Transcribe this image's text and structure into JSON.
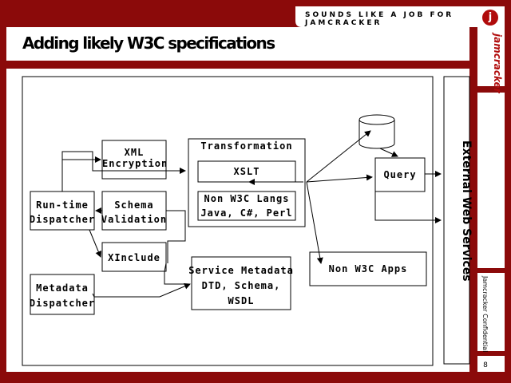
{
  "header": {
    "tagline": "SOUNDS LIKE A JOB FOR JAMCRACKER",
    "title": "Adding likely W3C specifications",
    "logo_letter": "j",
    "logo_text": "jamcracker"
  },
  "footer": {
    "confidential": "Jamcracker Confidential",
    "page": "8"
  },
  "diagram": {
    "xml_encryption": [
      "XML",
      "Encryption"
    ],
    "transformation": "Transformation",
    "xslt": "XSLT",
    "non_w3c_langs": [
      "Non W3C Langs",
      "Java, C#, Perl"
    ],
    "query": "Query",
    "runtime_dispatcher": [
      "Run-time",
      "Dispatcher"
    ],
    "schema_validation": [
      "Schema",
      "Validation"
    ],
    "xinclude": "XInclude",
    "service_metadata": [
      "Service Metadata",
      "DTD, Schema,",
      "WSDL"
    ],
    "non_w3c_apps": "Non W3C Apps",
    "metadata_dispatcher": [
      "Metadata",
      "Dispatcher"
    ],
    "external_web_services": "External Web Services"
  },
  "colors": {
    "brand": "#8b0a0a",
    "logo": "#b00b0b"
  }
}
